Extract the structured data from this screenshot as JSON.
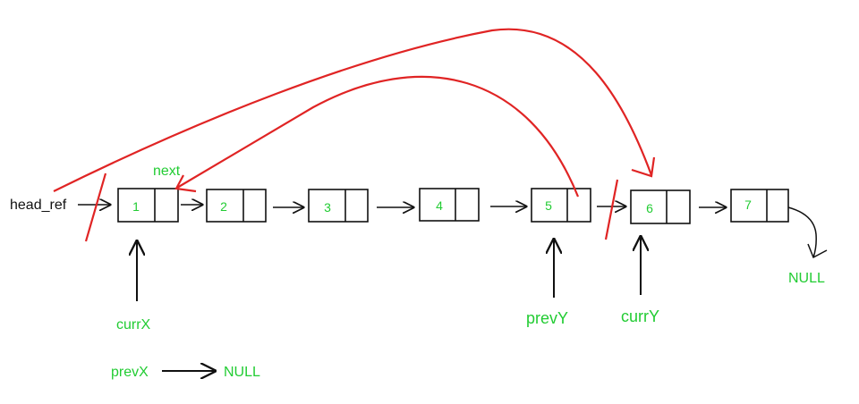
{
  "colors": {
    "node_text": "#22cc33",
    "label_green": "#22cc33",
    "red": "#e02424",
    "black": "#111111",
    "background": "#ffffff"
  },
  "labels": {
    "head_ref": "head_ref",
    "next": "next",
    "currX": "currX",
    "prevX": "prevX",
    "prevX_null": "NULL",
    "prevY": "prevY",
    "currY": "currY",
    "tail_null": "NULL"
  },
  "nodes": [
    {
      "value": "1"
    },
    {
      "value": "2"
    },
    {
      "value": "3"
    },
    {
      "value": "4"
    },
    {
      "value": "5"
    },
    {
      "value": "6"
    },
    {
      "value": "7"
    }
  ]
}
